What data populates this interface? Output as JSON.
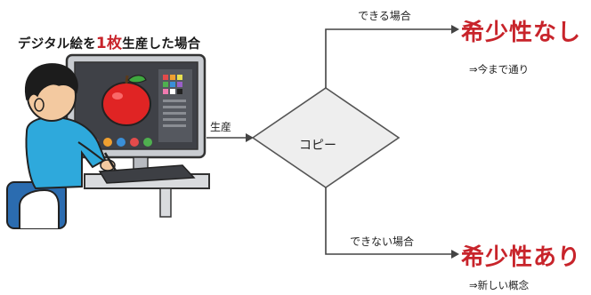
{
  "title": {
    "prefix": "デジタル絵を",
    "highlight": "1枚",
    "suffix": "生産した場合"
  },
  "produce_label": "生産",
  "decision_label": "コピー",
  "branches": {
    "top": {
      "condition": "できる場合",
      "result": "希少性なし",
      "note": "⇒今まで通り"
    },
    "bottom": {
      "condition": "できない場合",
      "result": "希少性あり",
      "note": "⇒新しい概念"
    }
  },
  "colors": {
    "accent": "#c8242b",
    "diamond_fill": "#eeeeee",
    "line": "#444444"
  },
  "illustration": {
    "name": "artist-at-computer",
    "subject": "apple"
  }
}
